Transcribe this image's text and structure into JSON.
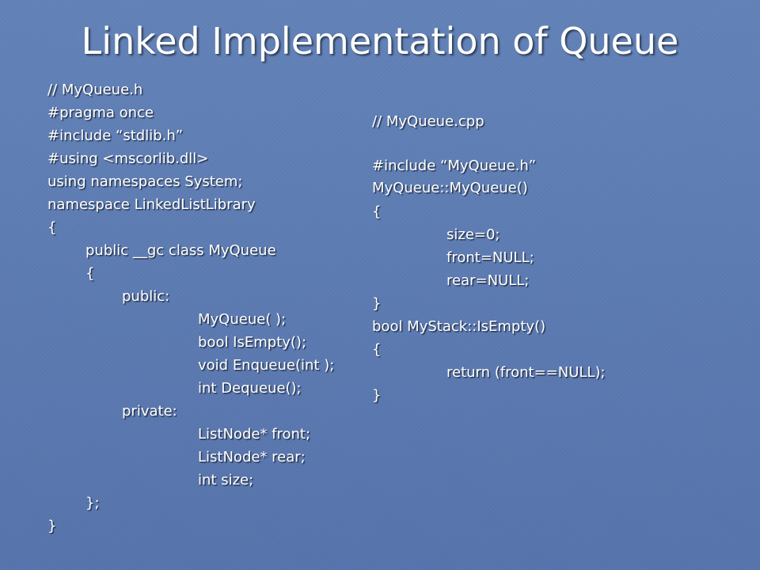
{
  "slide": {
    "title": "Linked Implementation of Queue"
  },
  "header_code": {
    "lines": [
      "// MyQueue.h",
      "#pragma once",
      "#include “stdlib.h”",
      "#using <mscorlib.dll>",
      "using namespaces System;",
      "namespace LinkedListLibrary",
      "{",
      "public __gc class MyQueue",
      "{",
      "public:",
      "MyQueue( );",
      "bool IsEmpty();",
      "void Enqueue(int );",
      "int Dequeue();",
      "private:",
      "ListNode* front;",
      "ListNode* rear;",
      "int size;",
      "};",
      "}"
    ]
  },
  "source_code": {
    "lines": [
      "// MyQueue.cpp",
      "",
      "#include “MyQueue.h”",
      "MyQueue::MyQueue()",
      "{",
      "size=0;",
      "front=NULL;",
      "rear=NULL;",
      "}",
      "bool MyStack::IsEmpty()",
      "{",
      "return (front==NULL);",
      "}"
    ]
  }
}
